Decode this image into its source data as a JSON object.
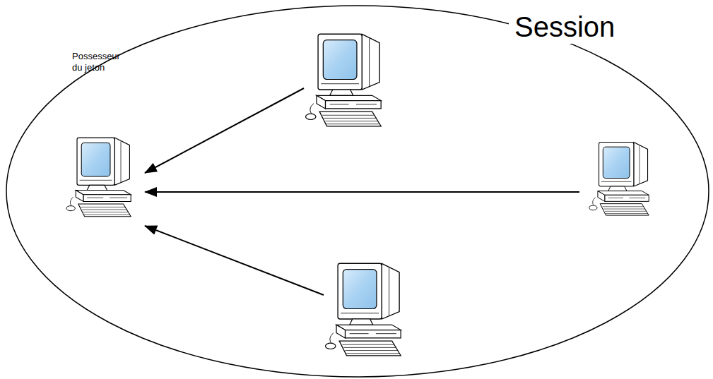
{
  "diagram": {
    "nodes": [
      {
        "text": [
          "Session"
        ]
      },
      {
        "text": [
          "Possesseur du jeton"
        ],
        "in": 0
      },
      {
        "text": [],
        "in": 0
      },
      {
        "text": [],
        "in": 0
      },
      {
        "text": [],
        "in": 0
      }
    ],
    "edges": [
      {
        "from": 2,
        "to": 1,
        "arrow": "to"
      },
      {
        "from": 3,
        "to": 1,
        "arrow": "to"
      },
      {
        "from": 4,
        "to": 1,
        "arrow": "to"
      }
    ]
  }
}
